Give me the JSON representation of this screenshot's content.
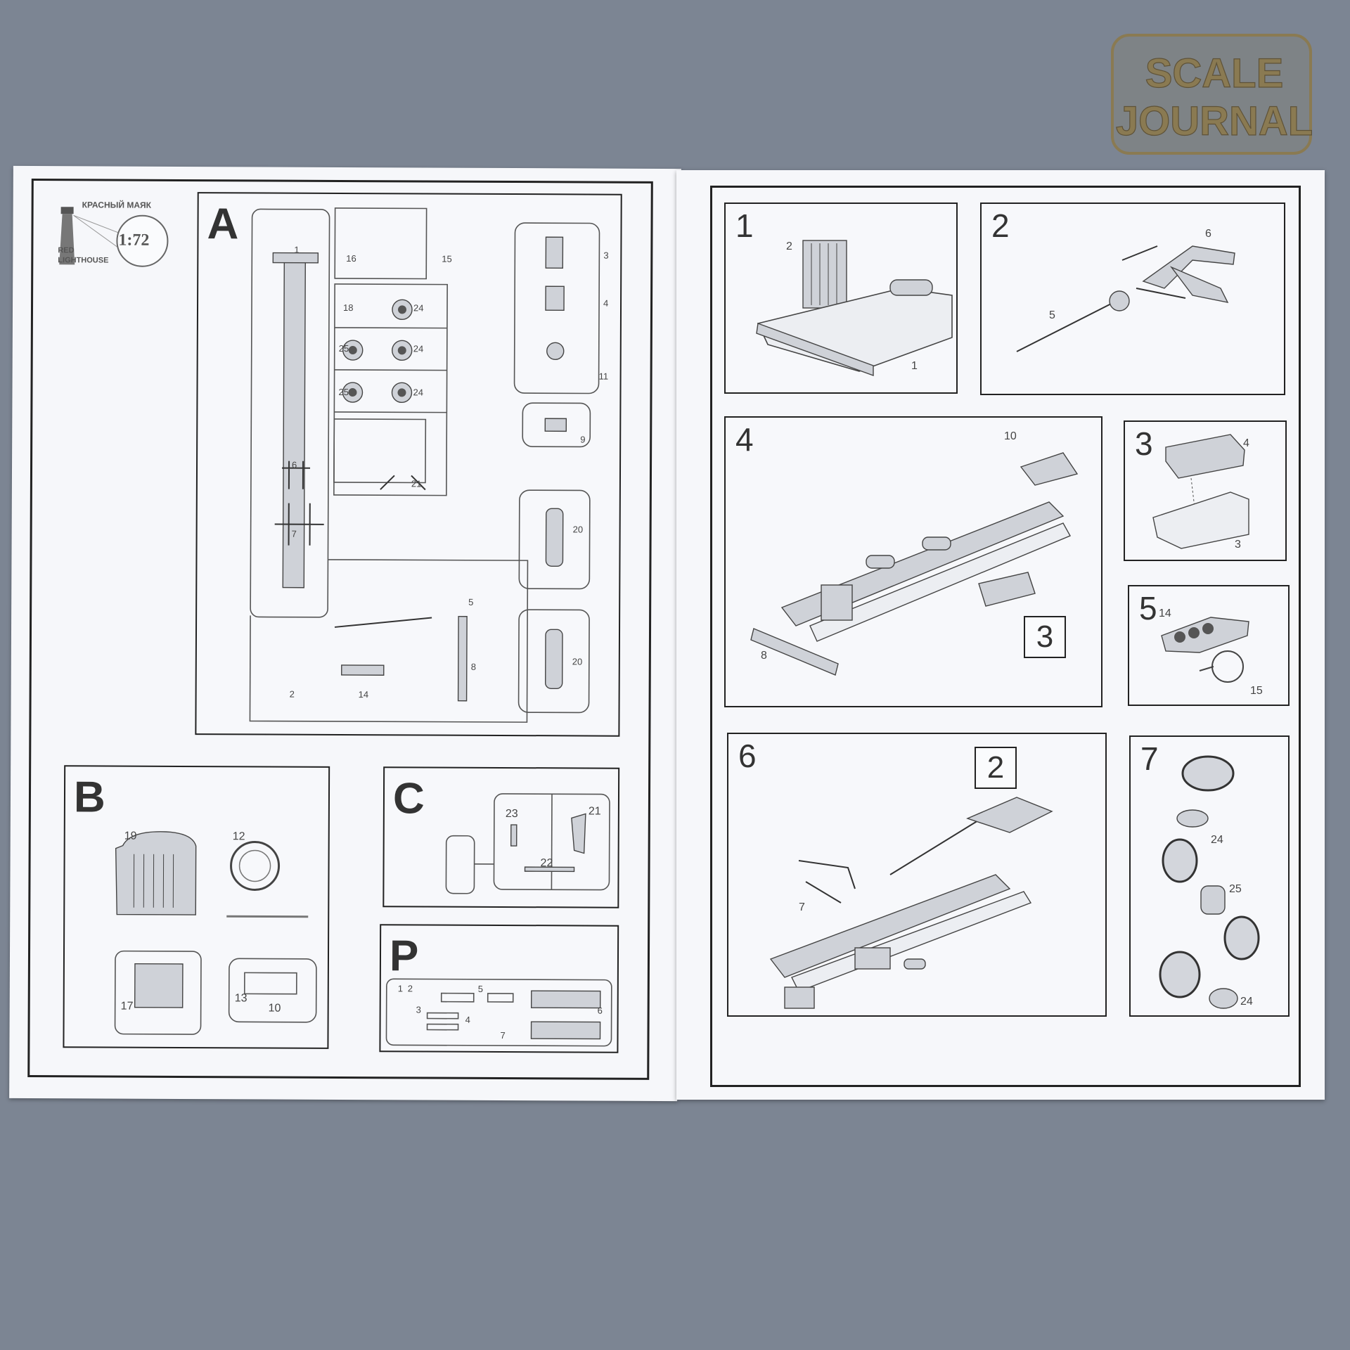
{
  "watermark": {
    "line1": "SCALE",
    "line2": "JOURNAL",
    "color": "#8a7a52"
  },
  "brand": {
    "name_ru": "КРАСНЫЙ МАЯК",
    "name_en_line1": "RED",
    "name_en_line2": "LIGHTHOUSE",
    "scale": "1:72"
  },
  "sprues": {
    "A": {
      "letter": "A",
      "labels": [
        "1",
        "16",
        "15",
        "3",
        "18",
        "24",
        "4",
        "25",
        "24",
        "11",
        "25",
        "24",
        "9",
        "6",
        "21",
        "20",
        "7",
        "5",
        "20",
        "2",
        "14",
        "8"
      ]
    },
    "B": {
      "letter": "B",
      "labels": [
        "19",
        "12",
        "17",
        "13",
        "10"
      ]
    },
    "C": {
      "letter": "C",
      "labels": [
        "23",
        "21",
        "22"
      ]
    },
    "P": {
      "letter": "P",
      "labels": [
        "1",
        "2",
        "5",
        "3",
        "4",
        "7",
        "6"
      ]
    }
  },
  "steps": [
    {
      "num": "1",
      "labels": [
        "2",
        "1"
      ]
    },
    {
      "num": "2",
      "labels": [
        "6",
        "5"
      ]
    },
    {
      "num": "4",
      "labels": [
        "10",
        "8"
      ],
      "ref": "3"
    },
    {
      "num": "3",
      "labels": [
        "4",
        "3"
      ]
    },
    {
      "num": "5",
      "labels": [
        "14",
        "15"
      ]
    },
    {
      "num": "6",
      "labels": [
        "7"
      ],
      "ref": "2"
    },
    {
      "num": "7",
      "labels": [
        "24",
        "25",
        "24"
      ]
    }
  ],
  "colors": {
    "background": "#7c8593",
    "paper": "#f6f7fa",
    "ink": "#222222"
  }
}
